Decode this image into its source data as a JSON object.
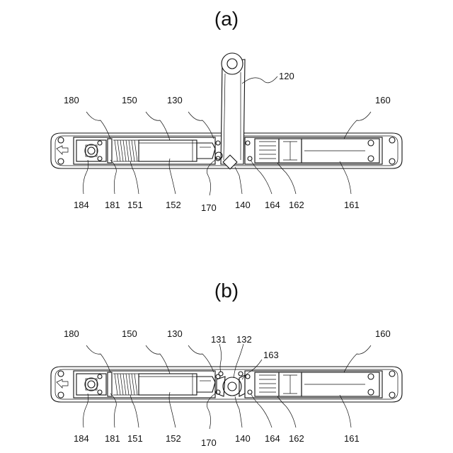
{
  "figure_a": {
    "caption": "(a)",
    "labels": {
      "l120": "120",
      "l180": "180",
      "l150": "150",
      "l130": "130",
      "l160": "160",
      "l184": "184",
      "l181": "181",
      "l151": "151",
      "l152": "152",
      "l170": "170",
      "l140": "140",
      "l164": "164",
      "l162": "162",
      "l161": "161"
    }
  },
  "figure_b": {
    "caption": "(b)",
    "labels": {
      "l180": "180",
      "l150": "150",
      "l130": "130",
      "l131": "131",
      "l132": "132",
      "l163": "163",
      "l160": "160",
      "l184": "184",
      "l181": "181",
      "l151": "151",
      "l152": "152",
      "l170": "170",
      "l140": "140",
      "l164": "164",
      "l162": "162",
      "l161": "161"
    }
  }
}
